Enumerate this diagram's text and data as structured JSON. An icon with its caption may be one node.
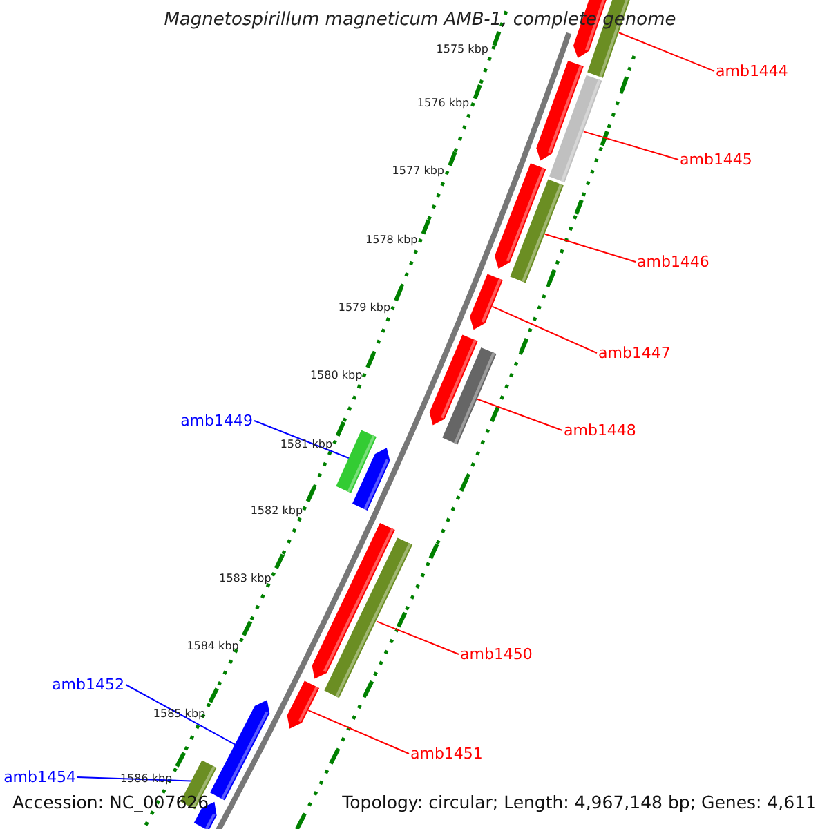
{
  "diagram": {
    "title": "Magnetospirillum magneticum AMB-1, complete genome",
    "nodes": [
      {
        "text": [
          "amb1444"
        ]
      },
      {
        "text": [],
        "shape": "bar"
      },
      {
        "text": [
          "amb1445"
        ]
      },
      {
        "text": [],
        "shape": "bar"
      },
      {
        "text": [
          "amb1446"
        ]
      },
      {
        "text": [],
        "shape": "bar"
      },
      {
        "text": [
          "amb1447"
        ]
      },
      {
        "text": [],
        "shape": "bar"
      },
      {
        "text": [
          "amb1448"
        ]
      },
      {
        "text": [],
        "shape": "bar"
      },
      {
        "text": [
          "amb1449"
        ]
      },
      {
        "text": [],
        "shape": "bar"
      },
      {
        "text": [
          "amb1450"
        ]
      },
      {
        "text": [],
        "shape": "bar"
      },
      {
        "text": [
          "amb1451"
        ]
      },
      {
        "text": [],
        "shape": "bar"
      },
      {
        "text": [
          "amb1452"
        ]
      },
      {
        "text": [],
        "shape": "bar"
      },
      {
        "text": [
          "amb1454"
        ]
      },
      {
        "text": [],
        "shape": "bar"
      },
      {
        "text": [],
        "shape": "bar"
      },
      {
        "text": [],
        "shape": "bar"
      },
      {
        "text": [],
        "shape": "bar"
      },
      {
        "text": [],
        "shape": "bar"
      },
      {
        "text": [],
        "shape": "bar"
      },
      {
        "text": [],
        "shape": "bar"
      },
      {
        "text": [],
        "shape": "bar"
      }
    ],
    "edges": [
      {
        "from": 0,
        "to": 1,
        "arrow": "none"
      },
      {
        "from": 2,
        "to": 3,
        "arrow": "none"
      },
      {
        "from": 4,
        "to": 5,
        "arrow": "none"
      },
      {
        "from": 6,
        "to": 7,
        "arrow": "none"
      },
      {
        "from": 8,
        "to": 9,
        "arrow": "none"
      },
      {
        "from": 10,
        "to": 11,
        "arrow": "none",
        "color": "#0000ff"
      },
      {
        "from": 12,
        "to": 13,
        "arrow": "none"
      },
      {
        "from": 14,
        "to": 15,
        "arrow": "none"
      },
      {
        "from": 16,
        "to": 17,
        "arrow": "none",
        "color": "#0000ff"
      },
      {
        "from": 18,
        "to": 19,
        "arrow": "none",
        "color": "#0000ff"
      }
    ],
    "labels": [
      "1575 kbp",
      "1576 kbp",
      "1577 kbp",
      "1578 kbp",
      "1579 kbp",
      "1580 kbp",
      "1581 kbp",
      "1582 kbp",
      "1583 kbp",
      "1584 kbp",
      "1585 kbp",
      "1586 kbp",
      "Accession: NC_007626",
      "Topology: circular; Length: 4,967,148 bp; Genes: 4,611"
    ]
  }
}
